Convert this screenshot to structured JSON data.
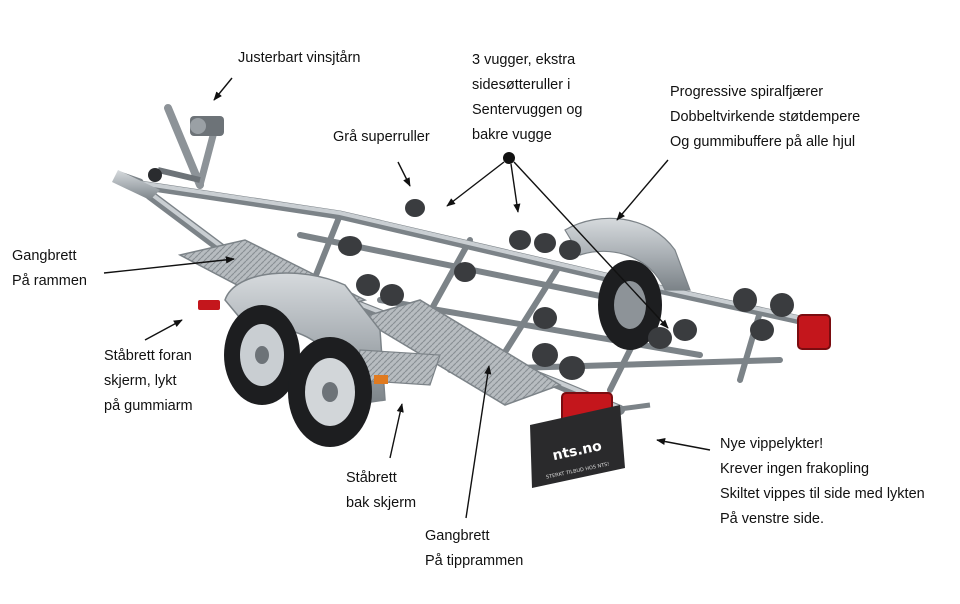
{
  "labels": {
    "winch_tower": [
      "Justerbart vinsjtårn"
    ],
    "cradles": [
      "3 vugger, ekstra",
      "sidesøtteruller i",
      "Sentervuggen og",
      "bakre vugge"
    ],
    "springs": [
      "Progressive spiralfjærer",
      "Dobbeltvirkende støtdempere",
      "Og gummibuffere på alle hjul"
    ],
    "rollers": [
      "Grå superruller"
    ],
    "walkway_frame": [
      "Gangbrett",
      "På rammen"
    ],
    "front_step": [
      "Ståbrett foran",
      "skjerm, lykt",
      "på gummiarm"
    ],
    "rear_step": [
      "Ståbrett",
      "bak skjerm"
    ],
    "walkway_tilt": [
      "Gangbrett",
      "På tipprammen"
    ],
    "lights": [
      "Nye vippelykter!",
      "Krever ingen frakopling",
      "Skiltet vippes til side med lykten",
      "På venstre side."
    ]
  },
  "mudflap": {
    "brand": "nts.no",
    "slogan": "STERKT TILBUD HOS NTS!"
  },
  "colors": {
    "text": "#111111",
    "arrow": "#111111",
    "steel": "#a9afb4",
    "steel_dark": "#6d7378",
    "roller": "#3a3c3f",
    "tire": "#1d1e20",
    "taillight": "#c4161c",
    "mudflap": "#2a2a2c"
  }
}
